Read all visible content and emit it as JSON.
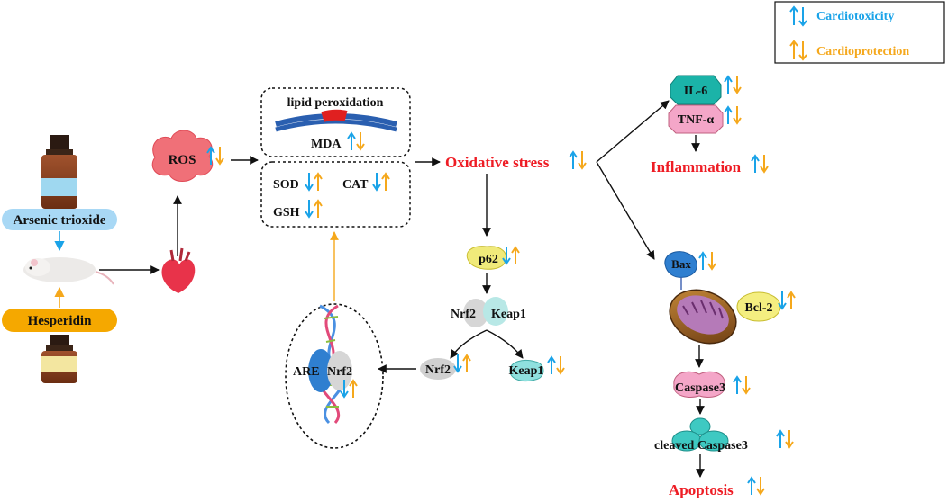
{
  "legend": {
    "toxicity": "Cardiotoxicity",
    "protection": "Cardioprotection"
  },
  "inputs": {
    "arsenic": "Arsenic trioxide",
    "hesperidin": "Hesperidin"
  },
  "nodes": {
    "ros": "ROS",
    "lipid_peroxidation": "lipid  peroxidation",
    "mda": "MDA",
    "sod": "SOD",
    "cat": "CAT",
    "gsh": "GSH",
    "oxidative_stress": "Oxidative stress",
    "il6": "IL-6",
    "tnf": "TNF-α",
    "inflammation": "Inflammation",
    "p62": "p62",
    "nrf2_complex": "Nrf2",
    "keap1_complex": "Keap1",
    "nrf2_free": "Nrf2",
    "keap1_free": "Keap1",
    "are": "ARE",
    "nrf2_nuclear": "Nrf2",
    "bax": "Bax",
    "bcl2": "Bcl-2",
    "caspase3": "Caspase3",
    "cleaved_caspase3": "cleaved Caspase3",
    "apoptosis": "Apoptosis"
  },
  "colors": {
    "toxicity": "#1aa3e8",
    "protection": "#f5a81c",
    "outcome_red": "#ee1c24"
  },
  "indicators": {
    "ros": "up-down",
    "mda": "up-down",
    "sod": "down-up",
    "cat": "down-up",
    "gsh": "down-up",
    "oxidative_stress": "up-down",
    "il6": "up-down",
    "tnf": "up-down",
    "inflammation": "up-down",
    "p62": "down-up",
    "nrf2_free": "down-up",
    "keap1_free": "up-down",
    "nrf2_nuclear": "down-up",
    "bax": "up-down",
    "bcl2": "down-up",
    "caspase3": "up-down",
    "cleaved_caspase3": "up-down",
    "apoptosis": "up-down"
  }
}
